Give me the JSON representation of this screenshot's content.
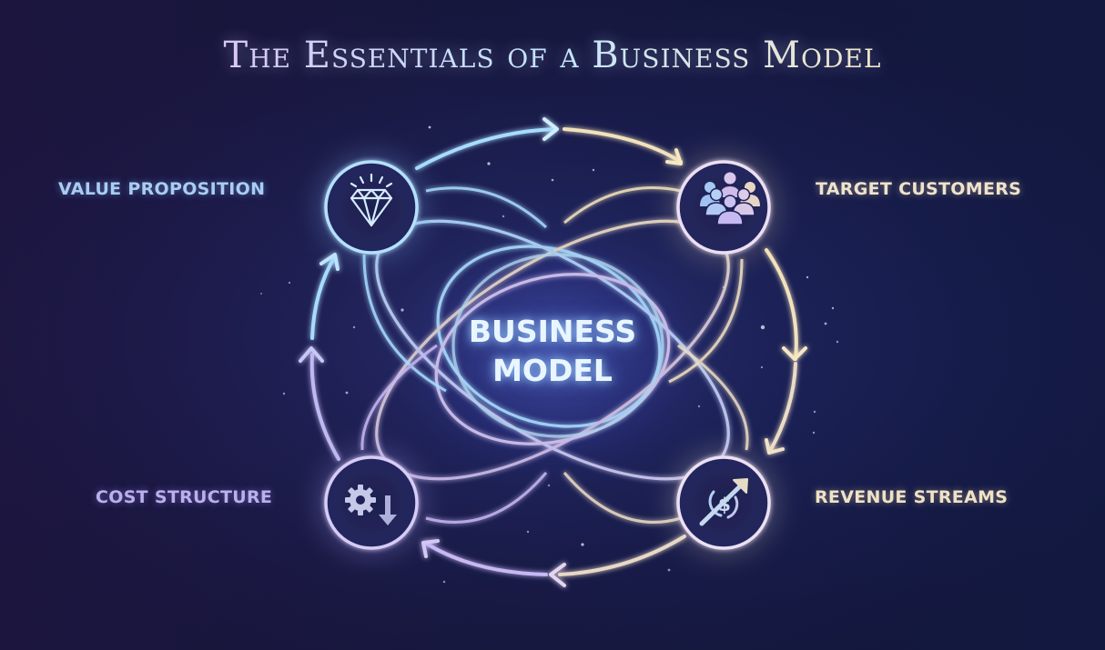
{
  "title": "The Essentials of a Business Model",
  "center": {
    "line1": "BUSINESS",
    "line2": "MODEL"
  },
  "nodes": [
    {
      "id": "value-proposition",
      "label": "VALUE PROPOSITION",
      "icon": "diamond-icon",
      "position": "top-left",
      "color": "#a9cdf0"
    },
    {
      "id": "target-customers",
      "label": "TARGET CUSTOMERS",
      "icon": "people-group-icon",
      "position": "top-right",
      "color": "#eee3cc"
    },
    {
      "id": "revenue-streams",
      "label": "REVENUE STREAMS",
      "icon": "dollar-growth-arrow-icon",
      "position": "bottom-right",
      "color": "#efe2c6"
    },
    {
      "id": "cost-structure",
      "label": "COST STRUCTURE",
      "icon": "gear-down-arrow-icon",
      "position": "bottom-left",
      "color": "#b9b0ec"
    }
  ],
  "cycle_direction": "clockwise",
  "colors": {
    "background": "#181a45",
    "cyan_glow": "#a8dcff",
    "lavender_glow": "#c8b8f4",
    "gold_glow": "#f2e2bc"
  }
}
